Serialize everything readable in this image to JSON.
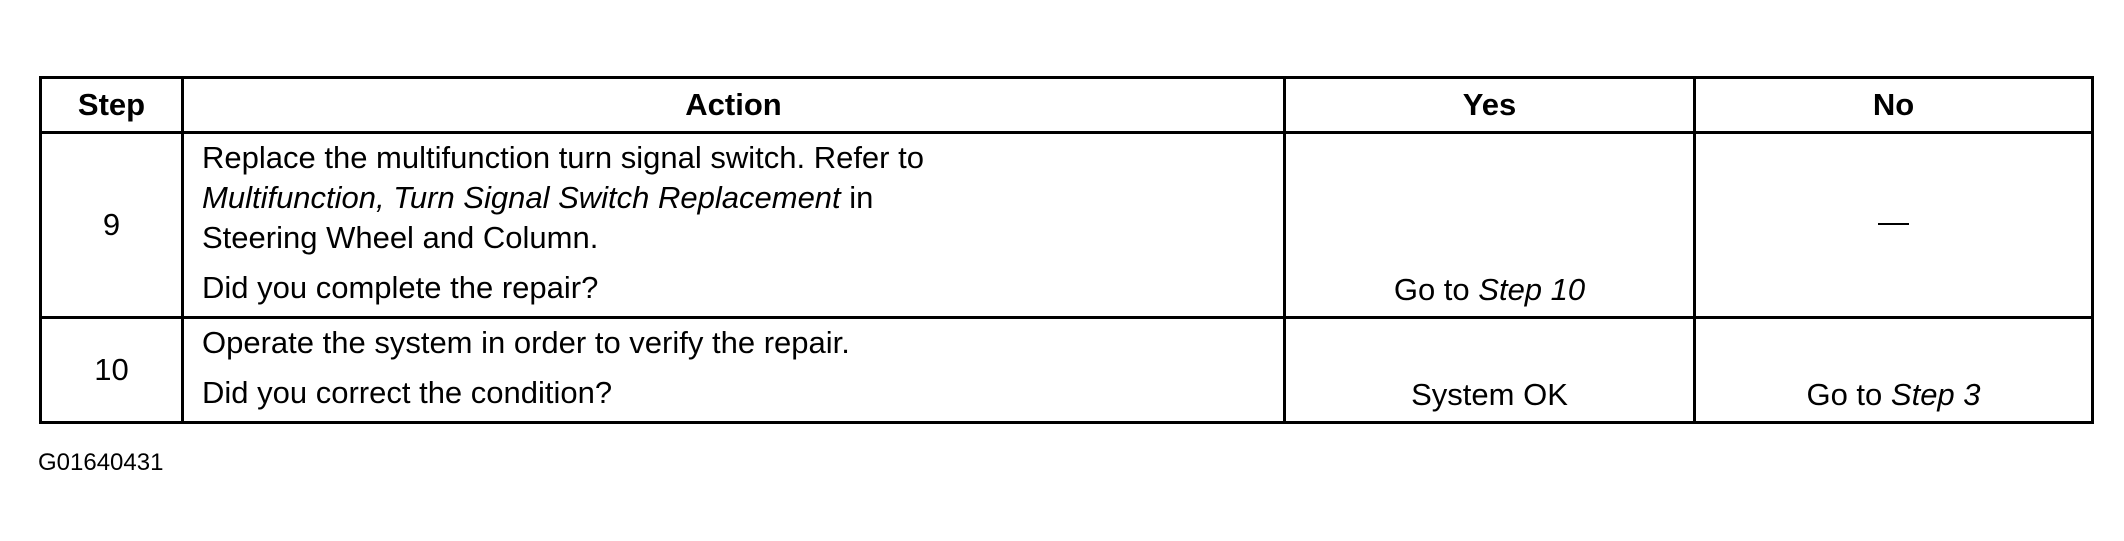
{
  "table": {
    "headers": {
      "step": "Step",
      "action": "Action",
      "yes": "Yes",
      "no": "No"
    },
    "rows": [
      {
        "step": "9",
        "action": {
          "line1": "Replace the multifunction turn signal switch. Refer to",
          "ref_italic": "Multifunction, Turn Signal Switch Replacement",
          "ref_suffix": " in",
          "line3": "Steering Wheel and Column.",
          "question": "Did you complete the repair?"
        },
        "yes": {
          "prefix": "Go to ",
          "target": "Step 10"
        },
        "no": {
          "text": "—"
        }
      },
      {
        "step": "10",
        "action": {
          "line1": "Operate the system in order to verify the repair.",
          "question": "Did you correct the condition?"
        },
        "yes": {
          "text": "System OK"
        },
        "no": {
          "prefix": "Go to ",
          "target": "Step 3"
        }
      }
    ]
  },
  "figure_id": "G01640431"
}
